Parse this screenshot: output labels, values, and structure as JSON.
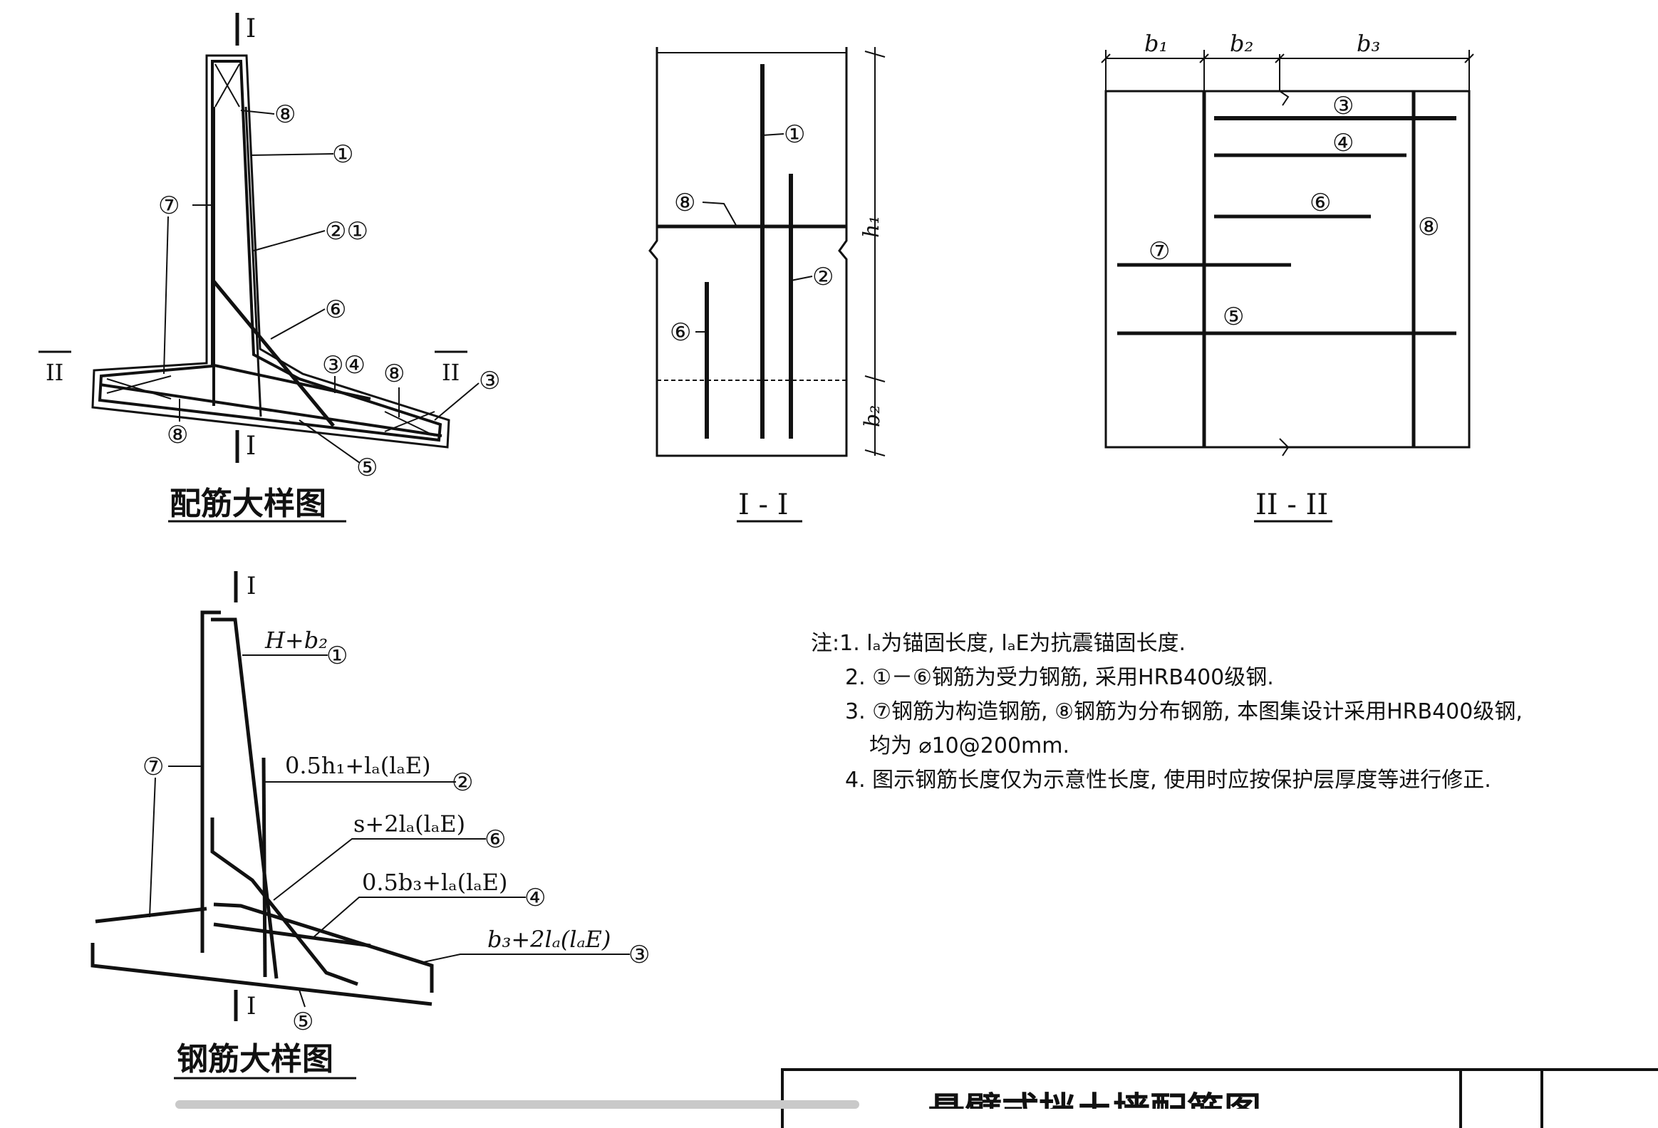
{
  "labels": {
    "sec_I": "I",
    "sec_II": "II",
    "c1": "①",
    "c2": "②",
    "c3": "③",
    "c4": "④",
    "c5": "⑤",
    "c6": "⑥",
    "c7": "⑦",
    "c8": "⑧",
    "c21": "②①",
    "c34": "③④",
    "b1": "b₁",
    "b2": "b₂",
    "b3": "b₃",
    "h1": "h₁"
  },
  "titles": {
    "detail": "配筋大样图",
    "section_I": "I - I",
    "section_II": "II - II",
    "rebar": "钢筋大样图"
  },
  "rebar_labels": {
    "r1": "H+b₂",
    "r2": "0.5h₁+lₐ(lₐE)",
    "r6": "s+2lₐ(lₐE)",
    "r4": "0.5b₃+lₐ(lₐE)",
    "r3": "b₃+2lₐ(lₐE)"
  },
  "notes": {
    "n1": "注:1. lₐ为锚固长度, lₐE为抗震锚固长度.",
    "n2": "2. ①－⑥钢筋为受力钢筋, 采用HRB400级钢.",
    "n3": "3. ⑦钢筋为构造钢筋, ⑧钢筋为分布钢筋, 本图集设计采用HRB400级钢,",
    "n3b": "均为 ⌀10@200mm.",
    "n4": "4. 图示钢筋长度仅为示意性长度, 使用时应按保护层厚度等进行修正."
  },
  "title_block": {
    "title": "悬臂式挡土墙配筋图"
  }
}
